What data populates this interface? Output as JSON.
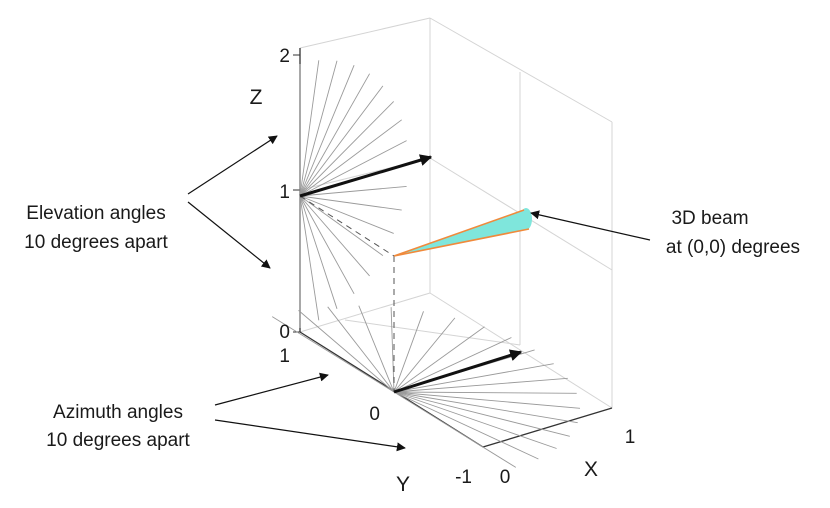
{
  "figure": {
    "axes": {
      "z_label": "Z",
      "y_label": "Y",
      "x_label": "X",
      "z_ticks": [
        "0",
        "1",
        "2"
      ],
      "y_ticks": [
        "1",
        "0",
        "-1"
      ],
      "x_ticks": [
        "0",
        "1"
      ]
    },
    "elevation_fan": {
      "step_degrees": 10,
      "highlight_angle_degrees": 10
    },
    "azimuth_fan": {
      "step_degrees": 10,
      "highlight_angle_degrees": 10
    },
    "beam": {
      "azimuth_degrees": 0,
      "elevation_degrees": 0,
      "fill_color": "#7fe6dc",
      "edge_color": "#f08a3c"
    },
    "annotations": {
      "elevation_line1": "Elevation angles",
      "elevation_line2": "10 degrees apart",
      "azimuth_line1": "Azimuth angles",
      "azimuth_line2": "10 degrees apart",
      "beam_line1": "3D beam",
      "beam_line2": "at (0,0) degrees"
    },
    "colors": {
      "box_lines": "#d4d4d4",
      "fan_lines": "#9a9a9a",
      "axis_lines": "#333333",
      "arrows": "#111111"
    }
  }
}
